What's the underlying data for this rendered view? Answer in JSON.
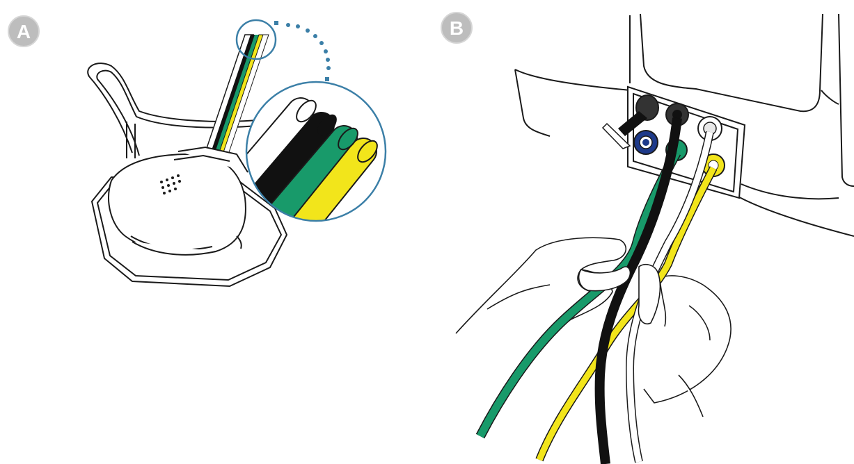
{
  "steps": [
    {
      "label": "A"
    },
    {
      "label": "B"
    }
  ],
  "colors": {
    "badge_fill": "#bdbdbd",
    "badge_text": "#ffffff",
    "outline": "#1a1a1a",
    "callout_ring": "#3b7fa7",
    "wire_white": "#ffffff",
    "wire_black": "#111111",
    "wire_green": "#189a6a",
    "wire_yellow": "#f2e51b",
    "port_blue": "#1e3a8a"
  },
  "wires": [
    "white",
    "black",
    "green",
    "yellow"
  ]
}
